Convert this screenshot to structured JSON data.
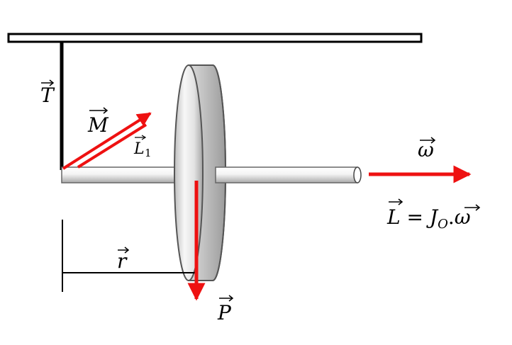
{
  "labels": {
    "T": "T",
    "M": "M",
    "L1": "L",
    "L1_sub": "1",
    "omega": "ω",
    "L": "L",
    "equals": " = ",
    "J": "J",
    "J_sub": "O",
    "dot": ".",
    "omega2": "ω",
    "r": "r",
    "P": "P"
  },
  "colors": {
    "vector": "#ee1111",
    "rod": "#000000",
    "outline": "#555555"
  }
}
